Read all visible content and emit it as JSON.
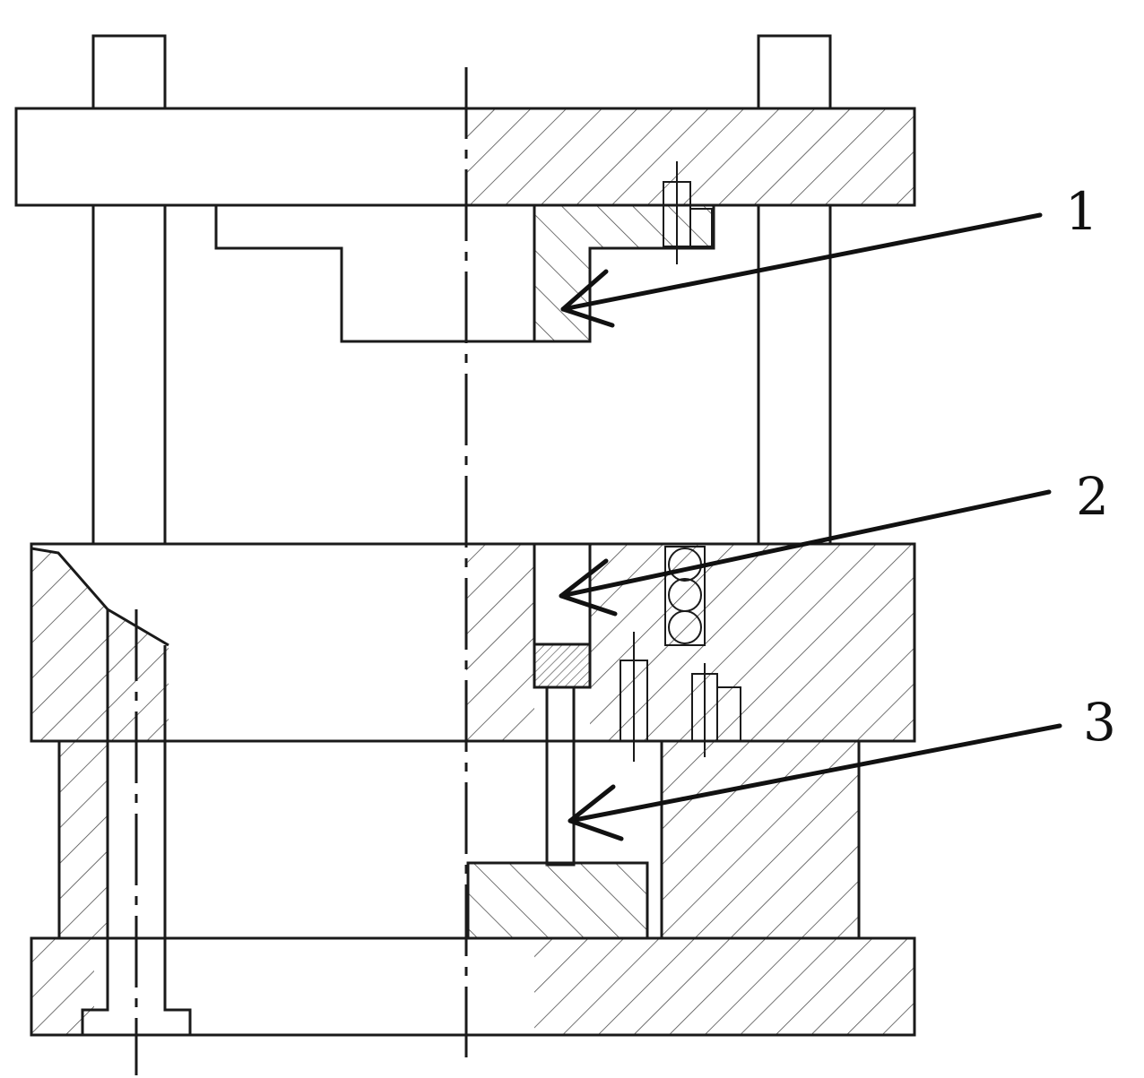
{
  "figure": {
    "callouts": [
      {
        "label": "1"
      },
      {
        "label": "2"
      },
      {
        "label": "3"
      }
    ]
  },
  "colors": {
    "line": "#1a1a1a",
    "background": "#ffffff"
  }
}
